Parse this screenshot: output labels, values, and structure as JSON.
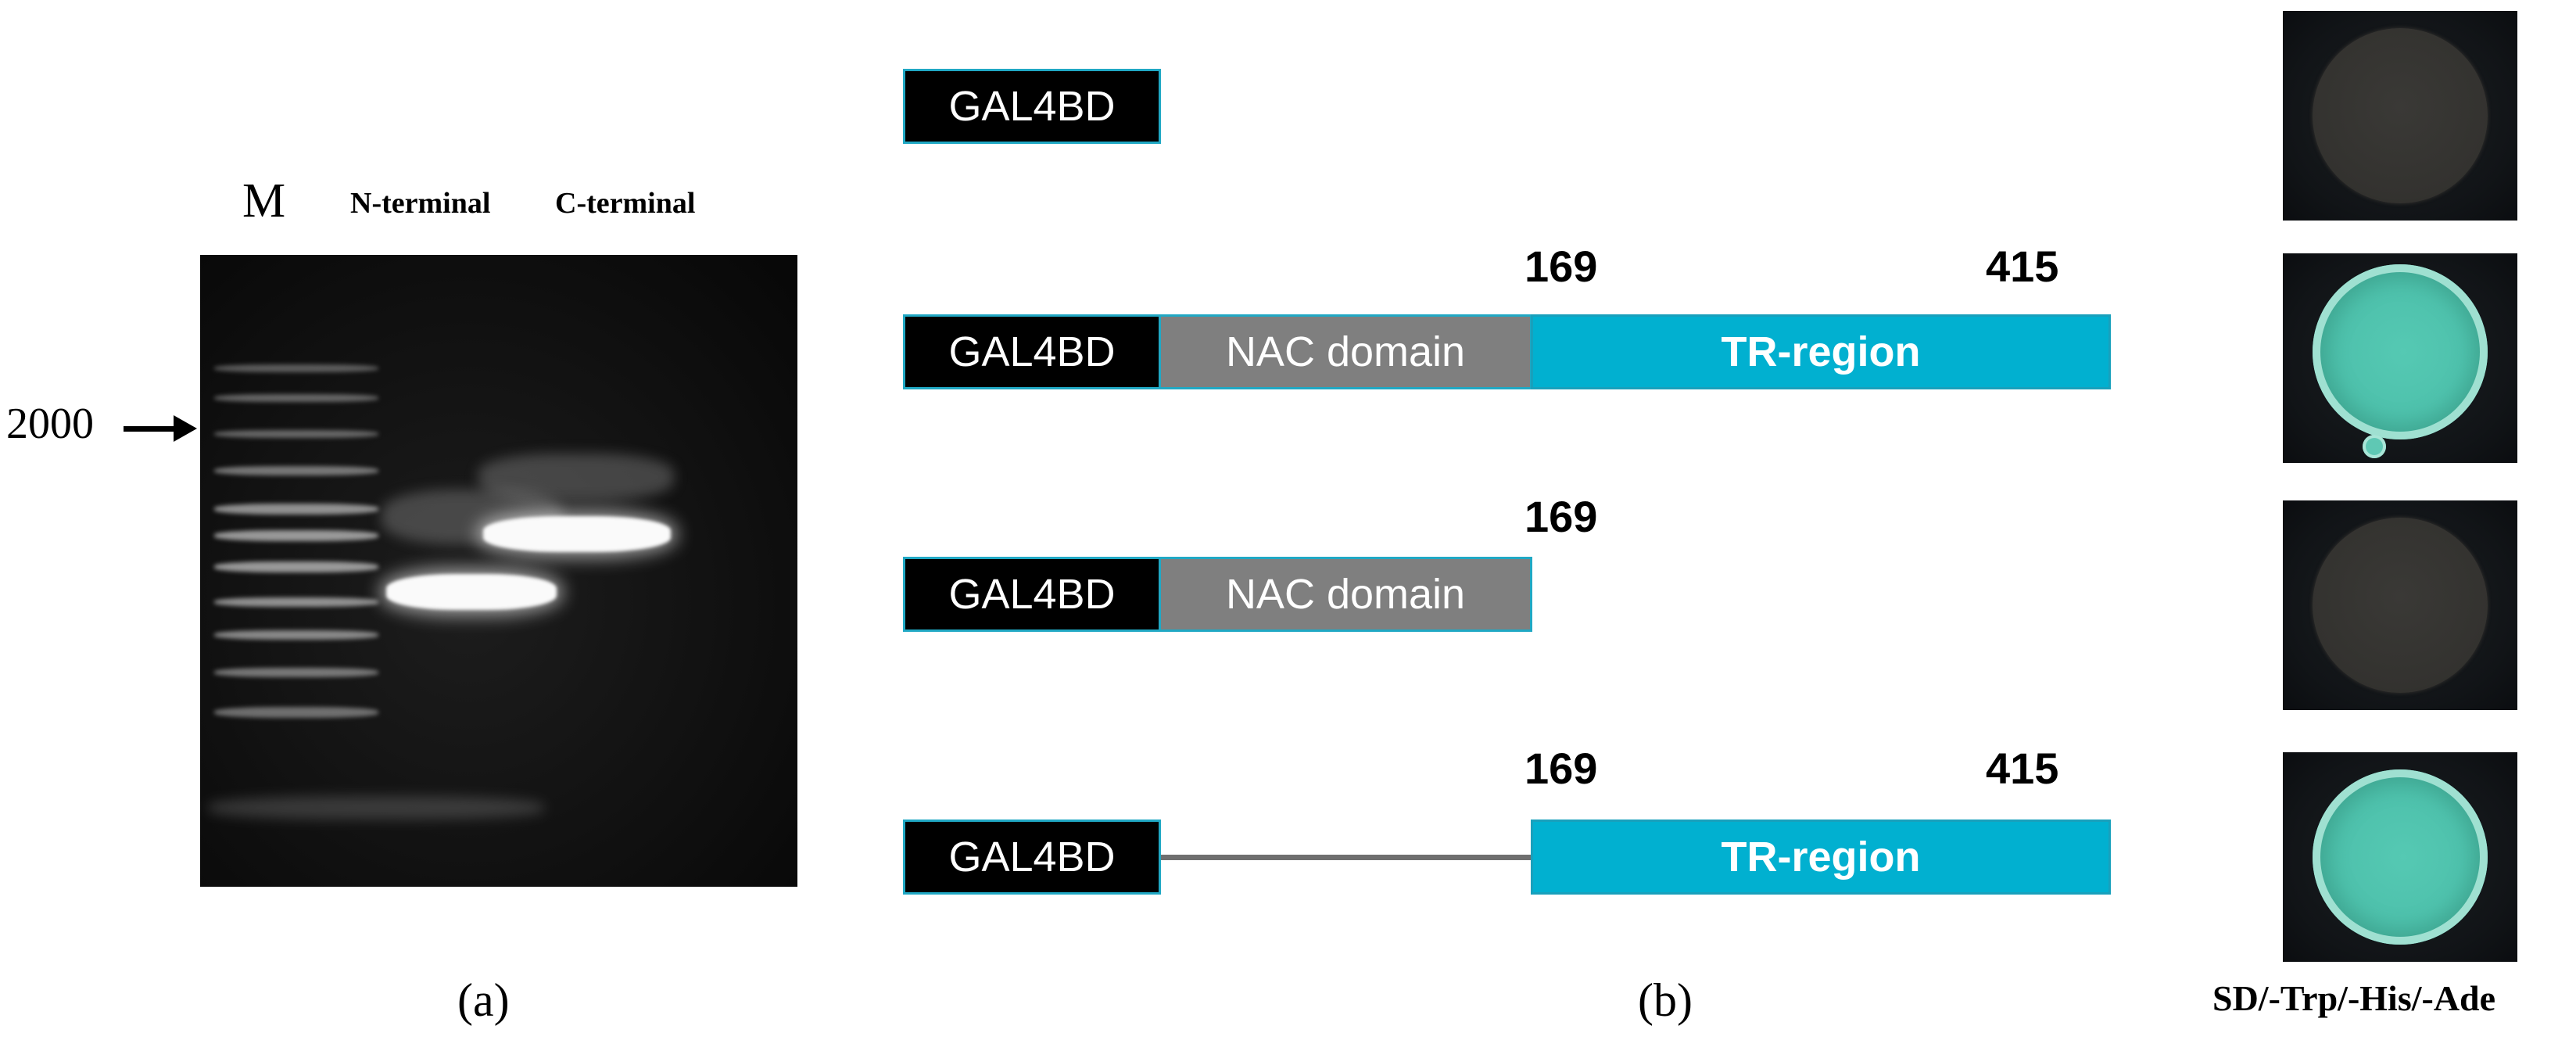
{
  "panel_a": {
    "lane_labels": [
      "M",
      "N-terminal",
      "C-terminal"
    ],
    "marker_label": "2000",
    "caption": "(a)"
  },
  "panel_b": {
    "caption": "(b)",
    "segment_labels": {
      "gal4bd": "GAL4BD",
      "nac": "NAC domain",
      "tr": "TR-region"
    },
    "positions": {
      "start": "169",
      "end": "415"
    },
    "colors": {
      "gal4bd": "#000000",
      "nac": "#7f7f7f",
      "tr": "#01b0d0",
      "outline": "#20a8c4"
    },
    "constructs": [
      {
        "segments": [
          "gal4bd"
        ],
        "growth": "none"
      },
      {
        "segments": [
          "gal4bd",
          "nac",
          "tr"
        ],
        "growth": "positive"
      },
      {
        "segments": [
          "gal4bd",
          "nac"
        ],
        "growth": "none"
      },
      {
        "segments": [
          "gal4bd",
          "linker",
          "tr"
        ],
        "growth": "positive"
      }
    ]
  },
  "medium_label": "SD/-Trp/-His/-Ade"
}
